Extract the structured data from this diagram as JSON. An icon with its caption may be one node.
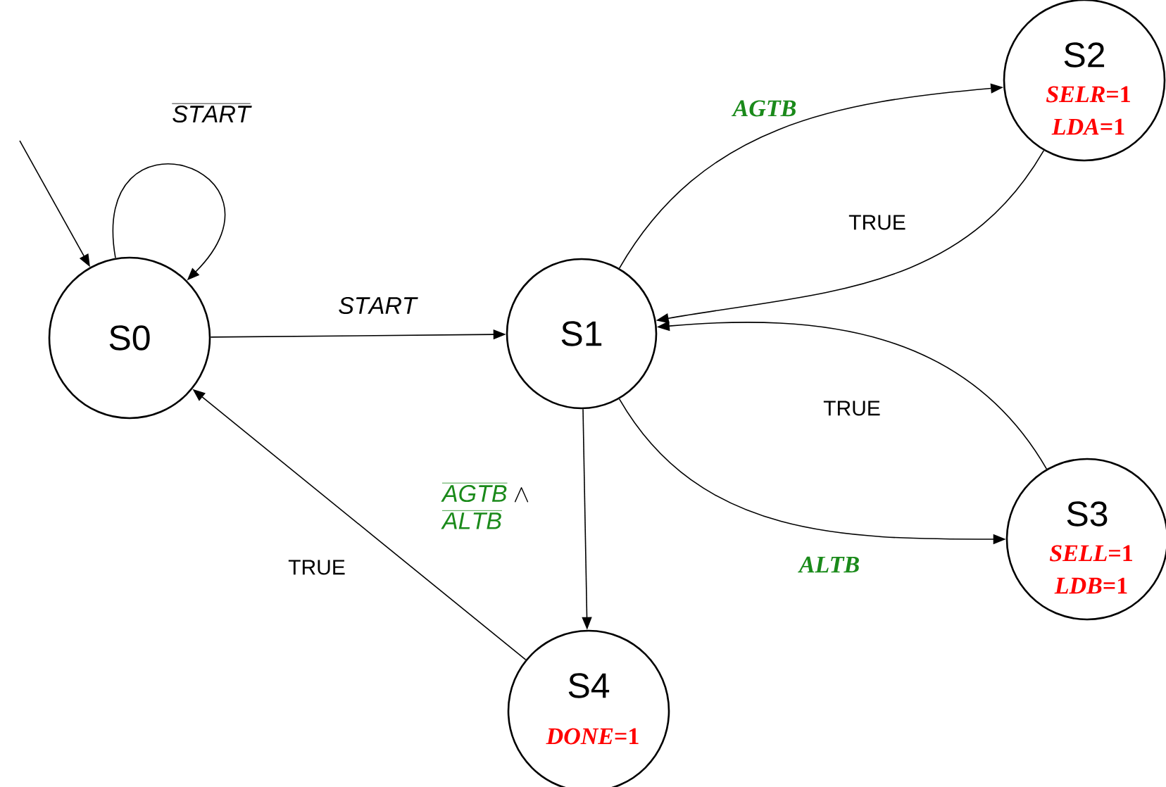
{
  "diagram": {
    "nodes": [
      {
        "text": [
          "S0"
        ]
      },
      {
        "text": [
          "S1"
        ]
      },
      {
        "text": [
          "S2",
          "*SELR*=1",
          "*LDA*=1"
        ]
      },
      {
        "text": [
          "S3",
          "*SELL*=1",
          "*LDB*=1"
        ]
      },
      {
        "text": [
          "S4",
          "*DONE*=1"
        ]
      }
    ],
    "edges": [
      {
        "from": null,
        "to": 0,
        "arrow": "to"
      },
      {
        "from": 0,
        "to": 0,
        "arrow": "to",
        "label": "\\overline{\\mathit{START}}"
      },
      {
        "from": 0,
        "to": 1,
        "arrow": "to",
        "label": "\\mathit{START}"
      },
      {
        "from": 1,
        "to": 2,
        "arrow": "to",
        "label": "AGTB"
      },
      {
        "from": 2,
        "to": 1,
        "arrow": "to",
        "label": "TRUE"
      },
      {
        "from": 3,
        "to": 1,
        "arrow": "to",
        "label": "TRUE"
      },
      {
        "from": 1,
        "to": 3,
        "arrow": "to",
        "label": "ALTB"
      },
      {
        "from": 1,
        "to": 4,
        "arrow": "to",
        "label": "\\begin{array}{l}\\overline{\\mathit{AGTB}}\\ {\\color{black}\\wedge}\\\\ \\overline{\\mathit{ALTB}}\\end{array}"
      },
      {
        "from": 4,
        "to": 0,
        "arrow": "to",
        "label": "TRUE"
      }
    ]
  }
}
